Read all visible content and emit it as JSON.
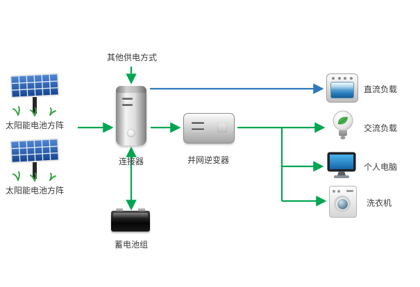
{
  "colors": {
    "arrow_green": "#00a551",
    "arrow_blue": "#2e79bd",
    "panel_blue": "#2b62b5"
  },
  "nodes": {
    "other_supply": {
      "label": "其他供电方式"
    },
    "solar_top": {
      "label": "太阳能电池方阵"
    },
    "solar_bottom": {
      "label": "太阳能电池方阵"
    },
    "connector": {
      "label": "连接器"
    },
    "inverter": {
      "label": "并网逆变器"
    },
    "battery": {
      "label": "蓄电池组"
    },
    "dc_load": {
      "label": "直流负载"
    },
    "ac_load": {
      "label": "交流负载"
    },
    "pc": {
      "label": "个人电脑"
    },
    "washer": {
      "label": "洗衣机"
    }
  }
}
